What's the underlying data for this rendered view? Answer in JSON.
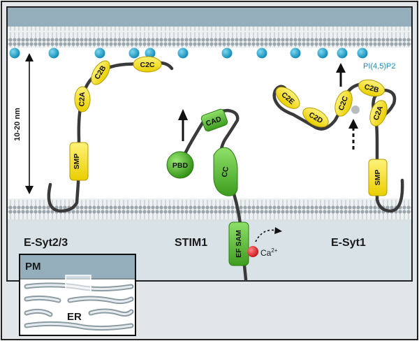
{
  "labels": {
    "scale": "10-20 nm",
    "lipid": "PI(4,5)P2",
    "esyt23": "E-Syt2/3",
    "stim1": "STIM1",
    "esyt1": "E-Syt1",
    "pm": "PM",
    "er": "ER",
    "calcium": "Ca",
    "calcium_charge": "2+"
  },
  "esyt23_domains": [
    "C2C",
    "C2B",
    "C2A",
    "SMP"
  ],
  "stim1_domains": [
    "CAD",
    "PBD",
    "CC",
    "EF SAM"
  ],
  "esyt1_domains": [
    "C2E",
    "C2D",
    "C2C",
    "C2B",
    "C2A",
    "SMP"
  ],
  "colors": {
    "pm_fill": "#94afbb",
    "er_fill": "#d8e2e7",
    "cytosol": "#ffffff",
    "c2_yellow": "#f3e01a",
    "stim_green": "#5fc333",
    "lipid_blue": "#1ba6cf",
    "calcium_red": "#e8262a",
    "tether": "#3a3a3a"
  }
}
